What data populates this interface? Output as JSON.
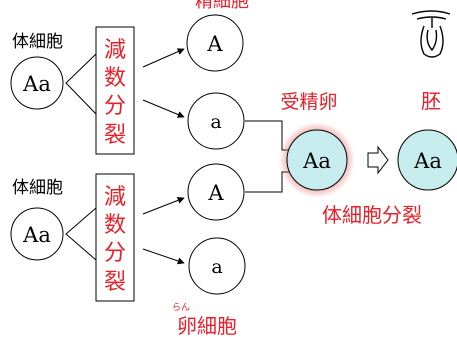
{
  "labels": {
    "sperm_cell": "精細胞",
    "somatic_cell_top": "体細胞",
    "somatic_cell_bottom": "体細胞",
    "meiosis_top": [
      "減",
      "数",
      "分",
      "裂"
    ],
    "meiosis_bottom": [
      "減",
      "数",
      "分",
      "裂"
    ],
    "fertilized_egg": "受精卵",
    "embryo": "胚",
    "somatic_division": "体細胞分裂",
    "egg_cell": "卵細胞",
    "egg_ruby": "らん"
  },
  "cells": {
    "parent_top": "Aa",
    "parent_bottom": "Aa",
    "sperm_a_upper": "A",
    "sperm_a_lower": "a",
    "egg_upper": "A",
    "egg_lower": "a",
    "zygote": "Aa",
    "embryo_cell": "Aa"
  },
  "colors": {
    "red_text": "#e8202a",
    "cell_fill_zygote": "#c7ecee",
    "cell_glow": "#e57373",
    "embryo_fill": "#c7ecee",
    "stroke": "#000000"
  }
}
